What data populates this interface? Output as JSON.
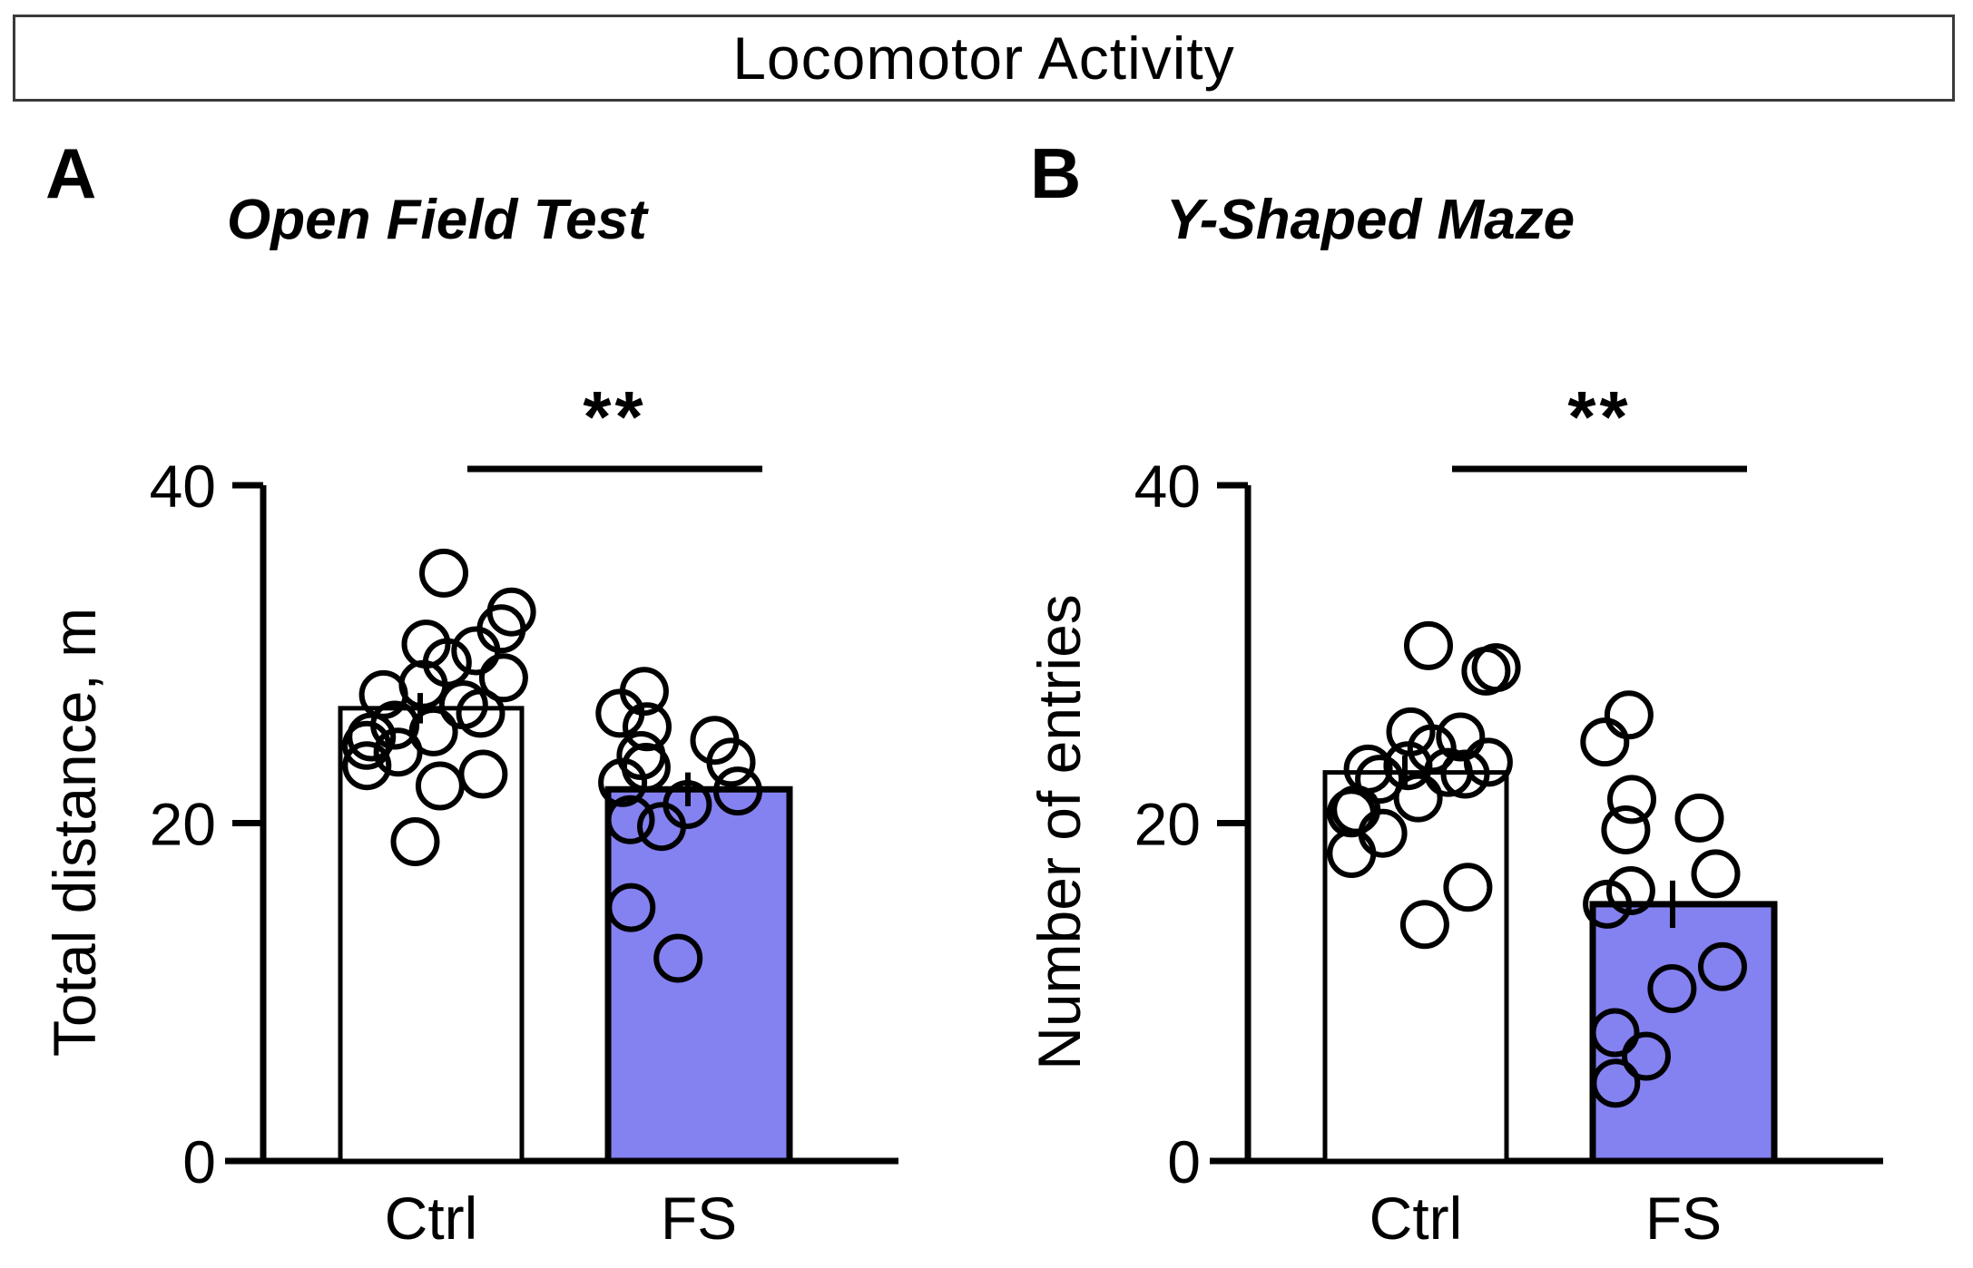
{
  "header": {
    "title": "Locomotor Activity"
  },
  "panels": [
    {
      "letter": "A",
      "title": "Open Field Test",
      "significance": "∗∗",
      "axis": {
        "ylabel": "Total distance, m",
        "yticks": [
          "0",
          "20",
          "40"
        ],
        "ytick_values": [
          0,
          20,
          40
        ],
        "ylim": [
          0,
          40
        ],
        "categories": [
          "Ctrl",
          "FS"
        ]
      },
      "bar_colors": [
        "#ffffff",
        "#8481f0"
      ]
    },
    {
      "letter": "B",
      "title": "Y-Shaped Maze",
      "significance": "∗∗",
      "axis": {
        "ylabel": "Number of entries",
        "yticks": [
          "0",
          "20",
          "40"
        ],
        "ytick_values": [
          0,
          20,
          40
        ],
        "ylim": [
          0,
          40
        ],
        "categories": [
          "Ctrl",
          "FS"
        ]
      },
      "bar_colors": [
        "#ffffff",
        "#8481f0"
      ]
    }
  ],
  "chart_data": [
    {
      "type": "bar",
      "title": "Open Field Test",
      "xlabel": "",
      "ylabel": "Total distance, m",
      "ylim": [
        0,
        40
      ],
      "yticks": [
        0,
        20,
        40
      ],
      "grid": false,
      "legend": "none",
      "categories": [
        "Ctrl",
        "FS"
      ],
      "values": [
        26.8,
        22.0
      ],
      "errors": [
        0.9,
        1.0
      ],
      "significance": {
        "label": "**",
        "between": [
          "Ctrl",
          "FS"
        ]
      },
      "points": {
        "Ctrl": [
          34.8,
          32.5,
          31.5,
          30.6,
          30.2,
          29.5,
          28.6,
          28.2,
          27.6,
          27.0,
          26.5,
          25.8,
          25.4,
          25.1,
          24.6,
          24.2,
          23.4,
          22.9,
          22.2,
          18.9
        ],
        "FS": [
          27.8,
          26.5,
          25.7,
          24.9,
          24.0,
          23.6,
          23.3,
          22.4,
          21.9,
          21.1,
          20.2,
          19.8,
          15.0,
          12.0
        ]
      }
    },
    {
      "type": "bar",
      "title": "Y-Shaped Maze",
      "xlabel": "",
      "ylabel": "Number of entries",
      "ylim": [
        0,
        40
      ],
      "yticks": [
        0,
        20,
        40
      ],
      "grid": false,
      "legend": "none",
      "categories": [
        "Ctrl",
        "FS"
      ],
      "values": [
        23.0,
        15.2
      ],
      "errors": [
        1.0,
        1.4
      ],
      "significance": {
        "label": "**",
        "between": [
          "Ctrl",
          "FS"
        ]
      },
      "points": {
        "Ctrl": [
          30.5,
          29.2,
          29.0,
          25.4,
          25.1,
          24.4,
          23.6,
          23.4,
          23.2,
          23.0,
          22.9,
          22.6,
          21.5,
          20.8,
          20.6,
          19.4,
          18.2,
          16.2,
          14.0
        ],
        "FS": [
          26.4,
          24.8,
          21.4,
          20.3,
          19.6,
          17.0,
          16.0,
          15.2,
          11.5,
          10.2,
          7.6,
          6.2,
          4.6
        ]
      }
    }
  ]
}
